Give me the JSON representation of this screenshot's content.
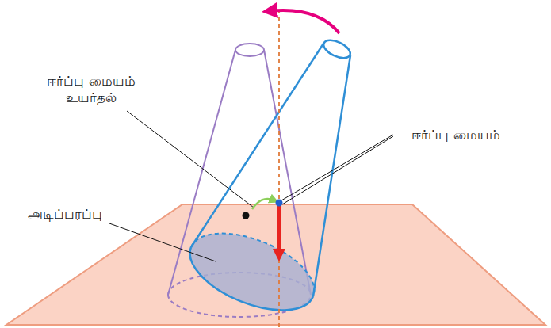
{
  "diagram": {
    "labels": [
      "ஈர்ப்பு மையம் உயர்தல்",
      "ஈர்ப்பு மையம்",
      "அடிப்பரப்பு"
    ]
  }
}
